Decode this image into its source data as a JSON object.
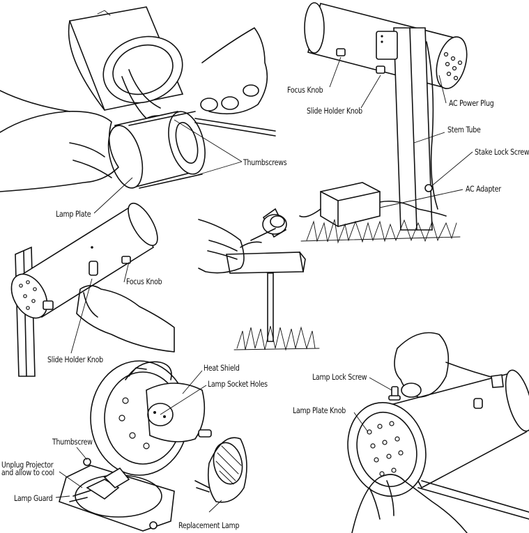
{
  "labels": {
    "thumbscrews": "Thumbscrews",
    "lamp_plate": "Lamp Plate",
    "focus_knob_top": "Focus Knob",
    "slide_holder_knob_top": "Slide Holder Knob",
    "ac_power_plug": "AC Power Plug",
    "stem_tube": "Stem Tube",
    "stake_lock_screw": "Stake Lock Screw",
    "ac_adapter": "AC Adapter",
    "focus_knob_left": "Focus Knob",
    "slide_holder_knob_left": "Slide Holder Knob",
    "heat_shield": "Heat Shield",
    "lamp_socket_holes": "Lamp Socket Holes",
    "thumbscrew": "Thumbscrew",
    "unplug_line1": "Unplug Projector",
    "unplug_line2": "and allow to cool",
    "lamp_guard": "Lamp Guard",
    "replacement_lamp": "Replacement Lamp",
    "lamp_lock_screw": "Lamp Lock Screw",
    "lamp_plate_knob": "Lamp Plate Knob"
  },
  "colors": {
    "ink": "#111111",
    "paper": "#ffffff"
  }
}
